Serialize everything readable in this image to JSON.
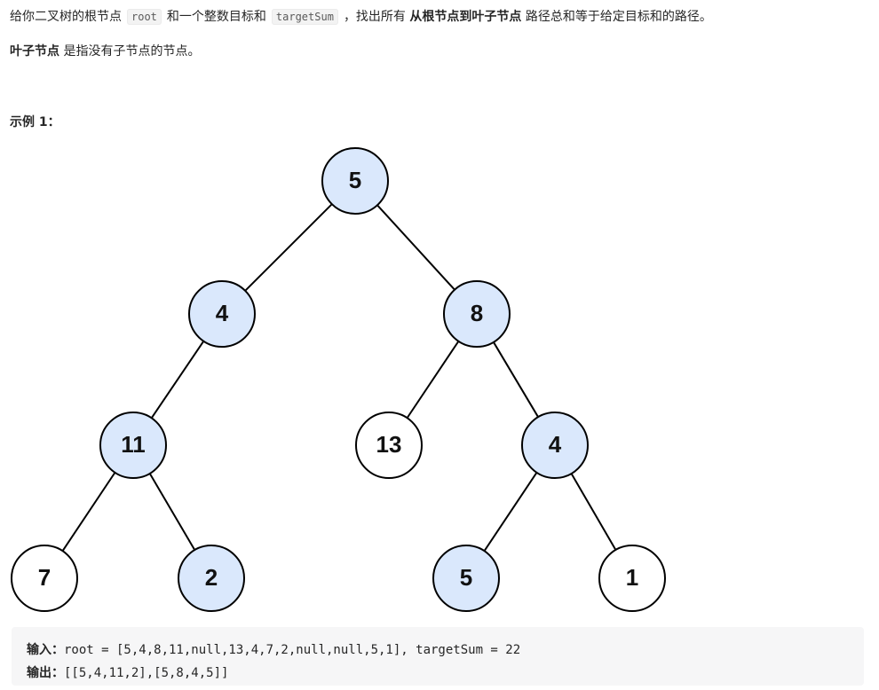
{
  "description": {
    "p1_a": "给你二叉树的根节点",
    "code_root": "root",
    "p1_b": "和一个整数目标和",
    "code_target": "targetSum",
    "p1_c": "，找出所有",
    "p1_bold": "从根节点到叶子节点",
    "p1_d": "路径总和等于给定目标和的路径。",
    "p2_bold": "叶子节点",
    "p2_rest": "是指没有子节点的节点。"
  },
  "example": {
    "heading": "示例 1：",
    "input_label": "输入：",
    "input_value": "root = [5,4,8,11,null,13,4,7,2,null,null,5,1], targetSum = 22",
    "output_label": "输出：",
    "output_value": "[[5,4,11,2],[5,8,4,5]]"
  },
  "colors": {
    "highlight_fill": "#dae8fc",
    "plain_fill": "#ffffff",
    "stroke": "#000000"
  },
  "tree": {
    "nodes": [
      {
        "id": "n5a",
        "label": "5",
        "highlight": true
      },
      {
        "id": "n4a",
        "label": "4",
        "highlight": true
      },
      {
        "id": "n8",
        "label": "8",
        "highlight": true
      },
      {
        "id": "n11",
        "label": "11",
        "highlight": true
      },
      {
        "id": "n13",
        "label": "13",
        "highlight": false
      },
      {
        "id": "n4b",
        "label": "4",
        "highlight": true
      },
      {
        "id": "n7",
        "label": "7",
        "highlight": false
      },
      {
        "id": "n2",
        "label": "2",
        "highlight": true
      },
      {
        "id": "n5b",
        "label": "5",
        "highlight": true
      },
      {
        "id": "n1",
        "label": "1",
        "highlight": false
      }
    ],
    "edges": [
      [
        "n5a",
        "n4a"
      ],
      [
        "n5a",
        "n8"
      ],
      [
        "n4a",
        "n11"
      ],
      [
        "n8",
        "n13"
      ],
      [
        "n8",
        "n4b"
      ],
      [
        "n11",
        "n7"
      ],
      [
        "n11",
        "n2"
      ],
      [
        "n4b",
        "n5b"
      ],
      [
        "n4b",
        "n1"
      ]
    ]
  }
}
